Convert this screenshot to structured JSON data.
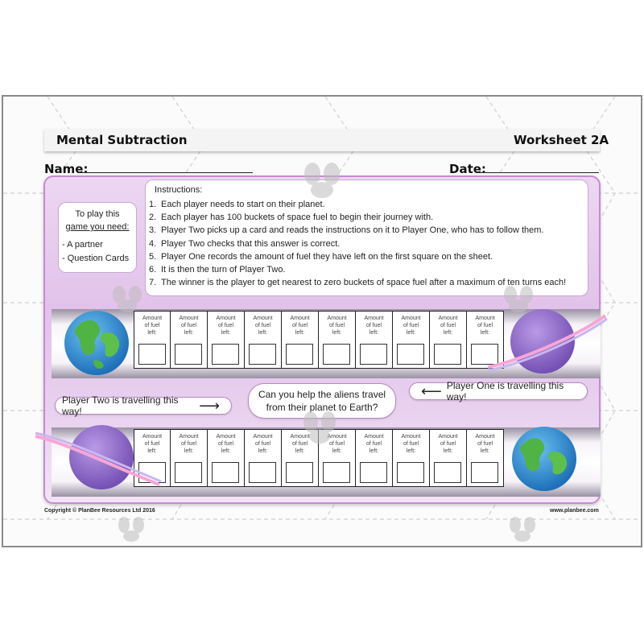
{
  "header": {
    "title": "Mental Subtraction",
    "worksheet": "Worksheet 2A",
    "name_label": "Name:",
    "date_label": "Date:"
  },
  "needs": {
    "title_line1": "To play this",
    "title_line2": "game you need:",
    "items": [
      "- A partner",
      "- Question Cards"
    ]
  },
  "instructions": {
    "title": "Instructions:",
    "steps": [
      "Each player needs to start on their planet.",
      "Each player has 100 buckets of space fuel to begin their journey with.",
      "Player Two picks up a card and reads the instructions on it to Player One, who has to follow them.",
      "Player Two checks that this answer is correct.",
      "Player One records the amount of fuel they have left on the first square on the sheet.",
      "It is then the turn of Player Two.",
      "The winner is the player to get nearest to zero buckets of space fuel after a maximum of ten turns each!"
    ]
  },
  "cell_label": {
    "line1": "Amount",
    "line2": "of fuel",
    "line3": "left:"
  },
  "direction": {
    "player_two": "Player Two is travelling this way!",
    "player_one": "Player One is travelling this way!",
    "arrow_right": "⟶",
    "arrow_left": "⟵"
  },
  "question": {
    "line1": "Can you help the aliens travel",
    "line2": "from their planet to Earth?"
  },
  "footer": {
    "copyright": "Copyright © PlanBee Resources Ltd 2016",
    "website": "www.planbee.com"
  },
  "colors": {
    "panel_border": "#c78ad1",
    "panel_fill": "#e6c9ed",
    "planet_purple": "#8f63c9",
    "ring": "#f08bc8",
    "earth_ocean": "#2c8fd6",
    "earth_land": "#53b947"
  }
}
